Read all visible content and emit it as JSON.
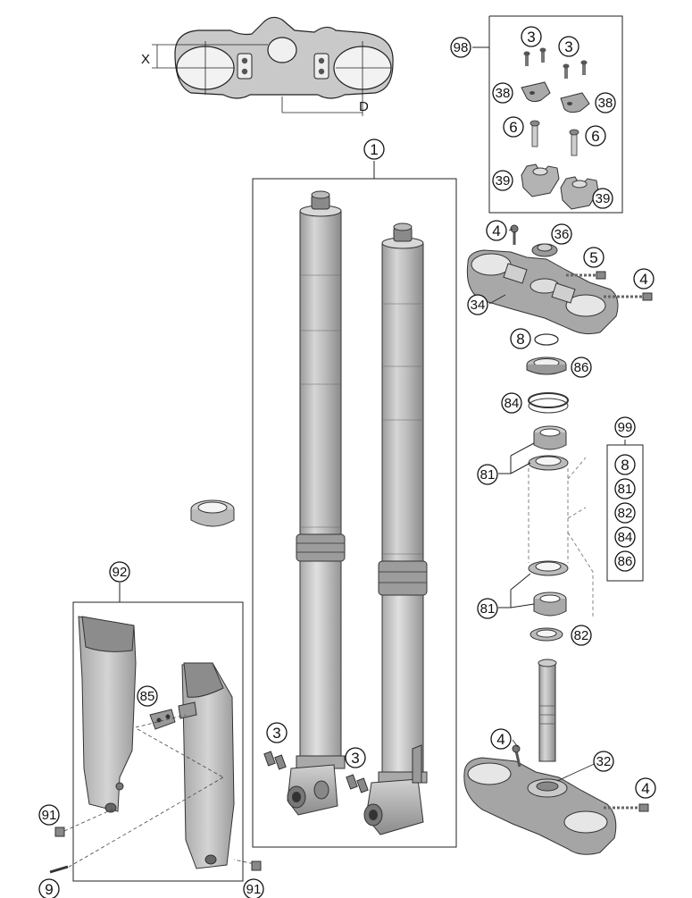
{
  "dimensions": {
    "x_label": "X",
    "d_label": "D"
  },
  "callouts": [
    {
      "id": "c1",
      "text": "1"
    },
    {
      "id": "c98",
      "text": "98"
    },
    {
      "id": "c3a",
      "text": "3"
    },
    {
      "id": "c3b",
      "text": "3"
    },
    {
      "id": "c38a",
      "text": "38"
    },
    {
      "id": "c38b",
      "text": "38"
    },
    {
      "id": "c6a",
      "text": "6"
    },
    {
      "id": "c6b",
      "text": "6"
    },
    {
      "id": "c39a",
      "text": "39"
    },
    {
      "id": "c39b",
      "text": "39"
    },
    {
      "id": "c4a",
      "text": "4"
    },
    {
      "id": "c36",
      "text": "36"
    },
    {
      "id": "c5",
      "text": "5"
    },
    {
      "id": "c4b",
      "text": "4"
    },
    {
      "id": "c34",
      "text": "34"
    },
    {
      "id": "c8",
      "text": "8"
    },
    {
      "id": "c86",
      "text": "86"
    },
    {
      "id": "c84",
      "text": "84"
    },
    {
      "id": "c99",
      "text": "99"
    },
    {
      "id": "c81a",
      "text": "81"
    },
    {
      "id": "c81b",
      "text": "81"
    },
    {
      "id": "c82",
      "text": "82"
    },
    {
      "id": "c92",
      "text": "92"
    },
    {
      "id": "c85",
      "text": "85"
    },
    {
      "id": "c3c",
      "text": "3"
    },
    {
      "id": "c3d",
      "text": "3"
    },
    {
      "id": "c4c",
      "text": "4"
    },
    {
      "id": "c32",
      "text": "32"
    },
    {
      "id": "c4d",
      "text": "4"
    },
    {
      "id": "c91a",
      "text": "91"
    },
    {
      "id": "c9",
      "text": "9"
    },
    {
      "id": "c91b",
      "text": "91"
    }
  ],
  "kit_99": [
    "8",
    "81",
    "82",
    "84",
    "86"
  ]
}
